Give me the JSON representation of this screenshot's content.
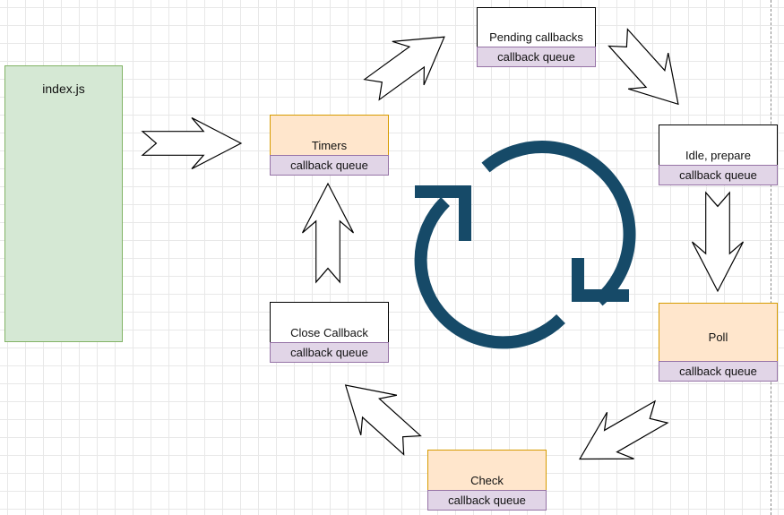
{
  "index_box": {
    "label": "index.js"
  },
  "phases": [
    {
      "id": "pending",
      "label": "Pending callbacks",
      "queue_label": "callback queue"
    },
    {
      "id": "idle",
      "label": "Idle, prepare",
      "queue_label": "callback queue"
    },
    {
      "id": "poll",
      "label": "Poll",
      "queue_label": "callback queue"
    },
    {
      "id": "check",
      "label": "Check",
      "queue_label": "callback queue"
    },
    {
      "id": "close",
      "label": "Close Callback",
      "queue_label": "callback queue"
    },
    {
      "id": "timers",
      "label": "Timers",
      "queue_label": "callback queue"
    }
  ],
  "colors": {
    "loop_icon": "#164a68",
    "index_fill": "#d5e8d4",
    "orange_fill": "#ffe6cc",
    "queue_fill": "#e1d5e7"
  },
  "icons": {
    "center": "refresh-loop-icon"
  }
}
